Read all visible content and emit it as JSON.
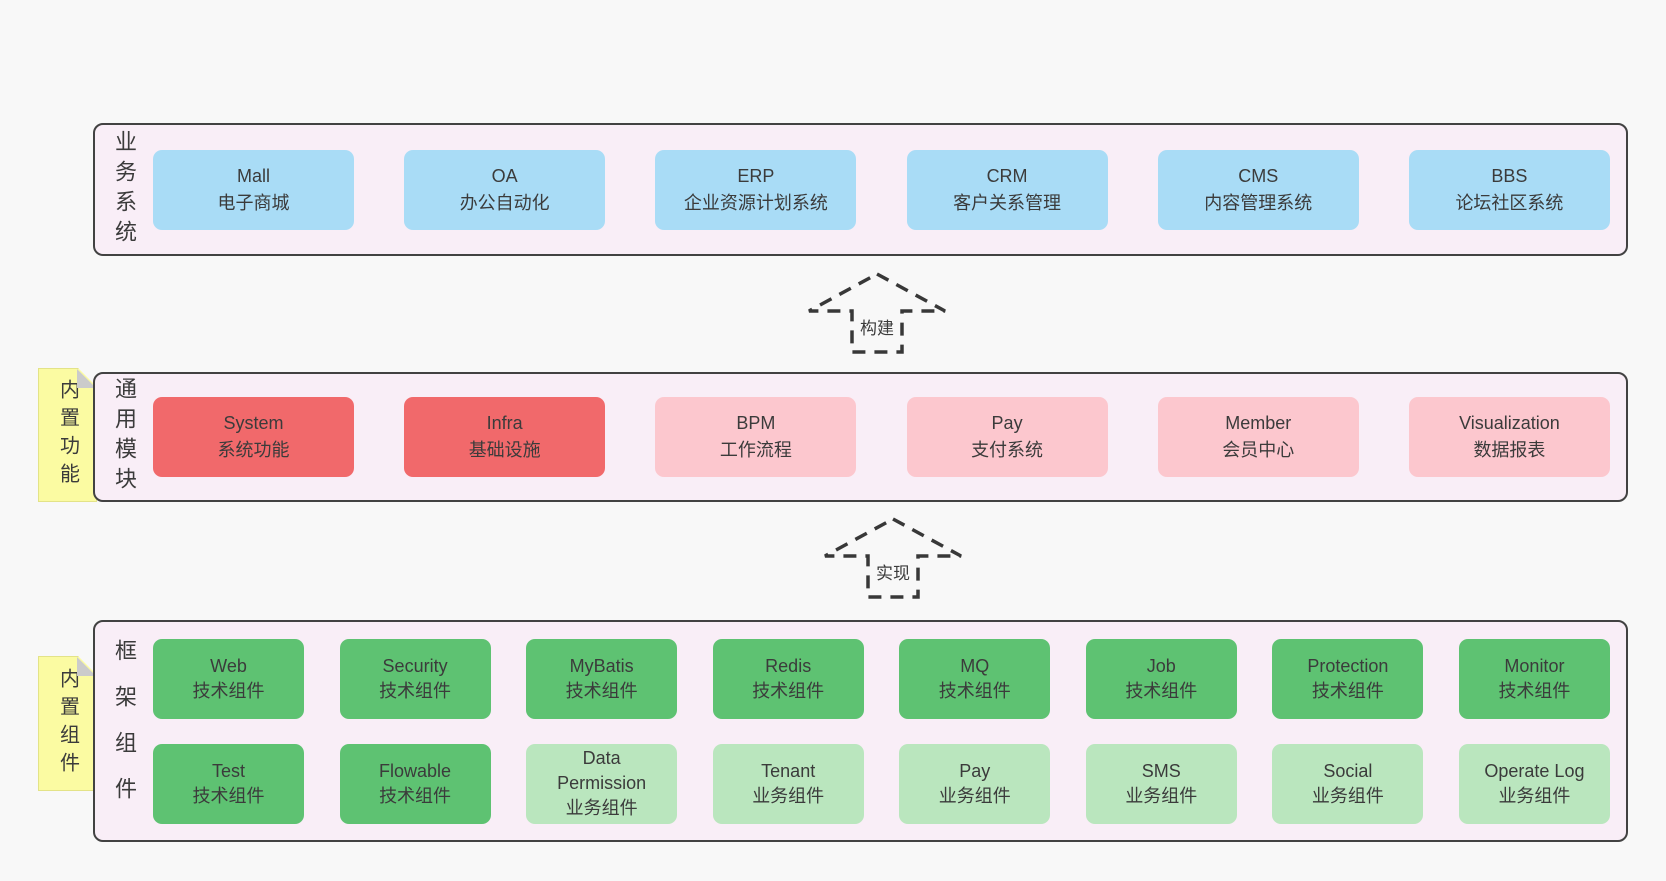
{
  "colors": {
    "page_bg": "#f8f8f8",
    "panel_bg": "#f9eef7",
    "panel_border": "#424242",
    "box_blue": "#a9dcf6",
    "box_red": "#f1696b",
    "box_pink": "#fcc7ce",
    "box_green": "#5ec272",
    "box_green_light": "#bae6be",
    "tab_yellow": "#fbfba2",
    "fold_gray": "#cbcbcb",
    "text": "#3b3b3b"
  },
  "arrows": [
    {
      "label": "构建"
    },
    {
      "label": "实现"
    }
  ],
  "tabs": [
    {
      "label": "内置功能"
    },
    {
      "label": "内置组件"
    }
  ],
  "panels": [
    {
      "label": "业务系统",
      "boxes": [
        {
          "name": "Mall",
          "desc": "电子商城",
          "variant": "blue"
        },
        {
          "name": "OA",
          "desc": "办公自动化",
          "variant": "blue"
        },
        {
          "name": "ERP",
          "desc": "企业资源计划系统",
          "variant": "blue"
        },
        {
          "name": "CRM",
          "desc": "客户关系管理",
          "variant": "blue"
        },
        {
          "name": "CMS",
          "desc": "内容管理系统",
          "variant": "blue"
        },
        {
          "name": "BBS",
          "desc": "论坛社区系统",
          "variant": "blue"
        }
      ]
    },
    {
      "label": "通用模块",
      "boxes": [
        {
          "name": "System",
          "desc": "系统功能",
          "variant": "red"
        },
        {
          "name": "Infra",
          "desc": "基础设施",
          "variant": "red"
        },
        {
          "name": "BPM",
          "desc": "工作流程",
          "variant": "pink"
        },
        {
          "name": "Pay",
          "desc": "支付系统",
          "variant": "pink"
        },
        {
          "name": "Member",
          "desc": "会员中心",
          "variant": "pink"
        },
        {
          "name": "Visualization",
          "desc": "数据报表",
          "variant": "pink"
        }
      ]
    },
    {
      "label": "框架组件",
      "rows": [
        [
          {
            "name": "Web",
            "desc": "技术组件",
            "variant": "green"
          },
          {
            "name": "Security",
            "desc": "技术组件",
            "variant": "green"
          },
          {
            "name": "MyBatis",
            "desc": "技术组件",
            "variant": "green"
          },
          {
            "name": "Redis",
            "desc": "技术组件",
            "variant": "green"
          },
          {
            "name": "MQ",
            "desc": "技术组件",
            "variant": "green"
          },
          {
            "name": "Job",
            "desc": "技术组件",
            "variant": "green"
          },
          {
            "name": "Protection",
            "desc": "技术组件",
            "variant": "green"
          },
          {
            "name": "Monitor",
            "desc": "技术组件",
            "variant": "green"
          }
        ],
        [
          {
            "name": "Test",
            "desc": "技术组件",
            "variant": "green"
          },
          {
            "name": "Flowable",
            "desc": "技术组件",
            "variant": "green"
          },
          {
            "name": "Data Permission",
            "desc": "业务组件",
            "variant": "green-light"
          },
          {
            "name": "Tenant",
            "desc": "业务组件",
            "variant": "green-light"
          },
          {
            "name": "Pay",
            "desc": "业务组件",
            "variant": "green-light"
          },
          {
            "name": "SMS",
            "desc": "业务组件",
            "variant": "green-light"
          },
          {
            "name": "Social",
            "desc": "业务组件",
            "variant": "green-light"
          },
          {
            "name": "Operate Log",
            "desc": "业务组件",
            "variant": "green-light"
          }
        ]
      ]
    }
  ]
}
